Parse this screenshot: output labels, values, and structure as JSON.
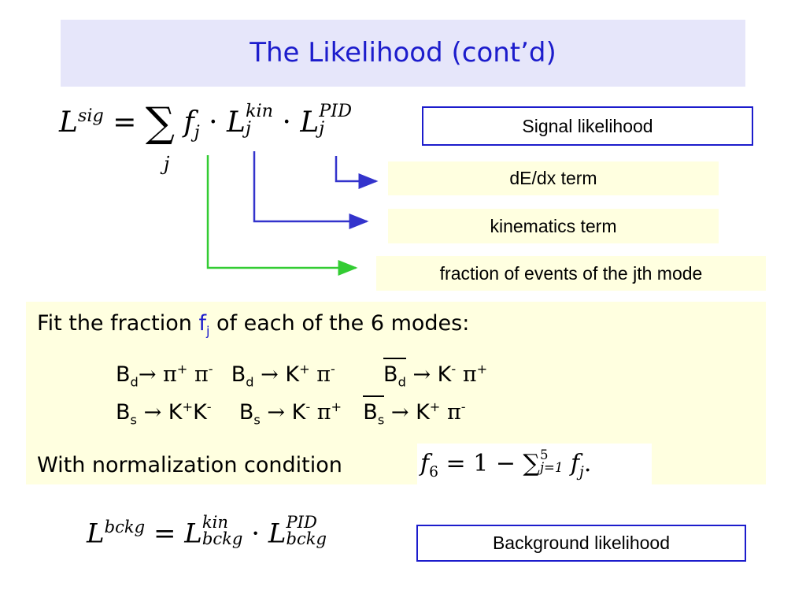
{
  "title": "The Likelihood (cont’d)",
  "signal_formula": {
    "lhs": "L",
    "lhs_sup": "sig",
    "eq": "=",
    "sum": "∑",
    "sum_index": "j",
    "f": "f",
    "f_sub": "j",
    "dot": "·",
    "kin_sup": "kin",
    "kin_sub": "j",
    "pid_sup": "PID",
    "pid_sub": "j"
  },
  "labels": {
    "signal": "Signal likelihood",
    "dedx": "dE/dx term",
    "kinematics": "kinematics term",
    "fraction": "fraction of events of the jth mode",
    "background": "Background likelihood"
  },
  "fit": {
    "prefix": "Fit the fraction ",
    "f": "f",
    "f_sub": "j",
    "suffix": " of each of the 6 modes:"
  },
  "decays": {
    "row1": [
      {
        "b": "B",
        "b_sub": "d",
        "arrow": "→",
        "p1": "π",
        "p1_sup": "+",
        "p2": "π",
        "p2_sup": "-"
      },
      {
        "b": "B",
        "b_sub": "d",
        "arrow": "→",
        "p1": "K",
        "p1_sup": "+",
        "p2": "π",
        "p2_sup": "-"
      },
      {
        "b": "B",
        "b_sub": "d",
        "arrow": "→",
        "p1": "K",
        "p1_sup": "-",
        "p2": "π",
        "p2_sup": "+"
      }
    ],
    "row2": [
      {
        "b": "B",
        "b_sub": "s",
        "arrow": "→",
        "p1": "K",
        "p1_sup": "+",
        "p2": "K",
        "p2_sup": "-"
      },
      {
        "b": "B",
        "b_sub": "s",
        "arrow": "→",
        "p1": "K",
        "p1_sup": "-",
        "p2": "π",
        "p2_sup": "+"
      },
      {
        "b": "B",
        "b_sub": "s",
        "arrow": "→",
        "p1": "K",
        "p1_sup": "+",
        "p2": "π",
        "p2_sup": "-"
      }
    ]
  },
  "normalization": {
    "text": "With normalization condition",
    "f": "f",
    "f_sub": "6",
    "eq": "=",
    "one": "1",
    "minus": "−",
    "sum": "∑",
    "sum_upper": "5",
    "sum_lower": "j=1",
    "term": "f",
    "term_sub": "j",
    "end": "."
  },
  "background_formula": {
    "lhs": "L",
    "lhs_sup": "bckg",
    "eq": "=",
    "kin_sup": "kin",
    "kin_sub": "bckg",
    "dot": "·",
    "pid_sup": "PID",
    "pid_sub": "bckg"
  },
  "colors": {
    "title_bg": "#e6e6fa",
    "title_text": "#1c1ccc",
    "blue_arrow": "#3333cc",
    "green_arrow": "#33cc33",
    "yellow_bg": "#ffffe0"
  }
}
